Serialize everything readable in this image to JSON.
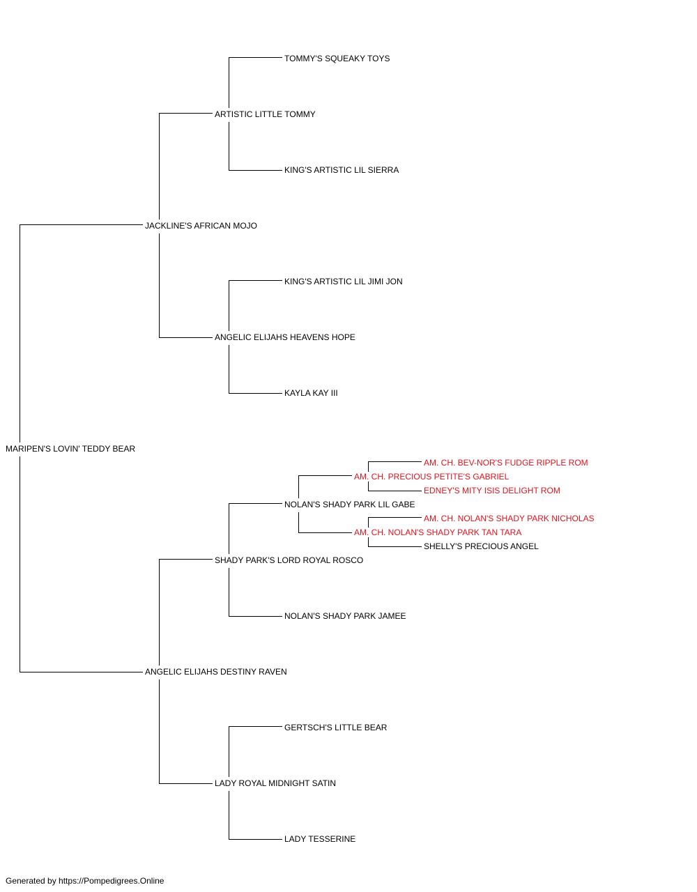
{
  "highlight_color": "#e0141e",
  "pedigree": {
    "subject": "MARIPEN'S LOVIN' TEDDY BEAR",
    "sire": "JACKLINE'S AFRICAN MOJO",
    "sire_sire": "ARTISTIC LITTLE TOMMY",
    "sire_sire_sire": "TOMMY'S SQUEAKY TOYS",
    "sire_sire_dam": "KING'S ARTISTIC LIL SIERRA",
    "sire_dam": "ANGELIC ELIJAHS HEAVENS HOPE",
    "sire_dam_sire": "KING'S ARTISTIC LIL JIMI JON",
    "sire_dam_dam": "KAYLA KAY III",
    "dam": "ANGELIC ELIJAHS DESTINY RAVEN",
    "dam_sire": "SHADY PARK'S LORD ROYAL ROSCO",
    "dam_sire_sire": "NOLAN'S SHADY PARK LIL GABE",
    "dam_sire_sire_sire": "AM. CH. PRECIOUS PETITE'S GABRIEL",
    "dam_sire_sire_sire_sire": "AM. CH. BEV-NOR'S FUDGE RIPPLE ROM",
    "dam_sire_sire_sire_dam": "EDNEY'S MITY ISIS DELIGHT ROM",
    "dam_sire_sire_dam": "AM. CH. NOLAN'S SHADY PARK TAN TARA",
    "dam_sire_sire_dam_sire": "AM. CH. NOLAN'S SHADY PARK NICHOLAS",
    "dam_sire_sire_dam_dam": "SHELLY'S PRECIOUS ANGEL",
    "dam_sire_dam": "NOLAN'S SHADY PARK JAMEE",
    "dam_dam": "LADY ROYAL MIDNIGHT SATIN",
    "dam_dam_sire": "GERTSCH'S LITTLE BEAR",
    "dam_dam_dam": "LADY TESSERINE"
  },
  "footer": "Generated by https://Pompedigrees.Online"
}
